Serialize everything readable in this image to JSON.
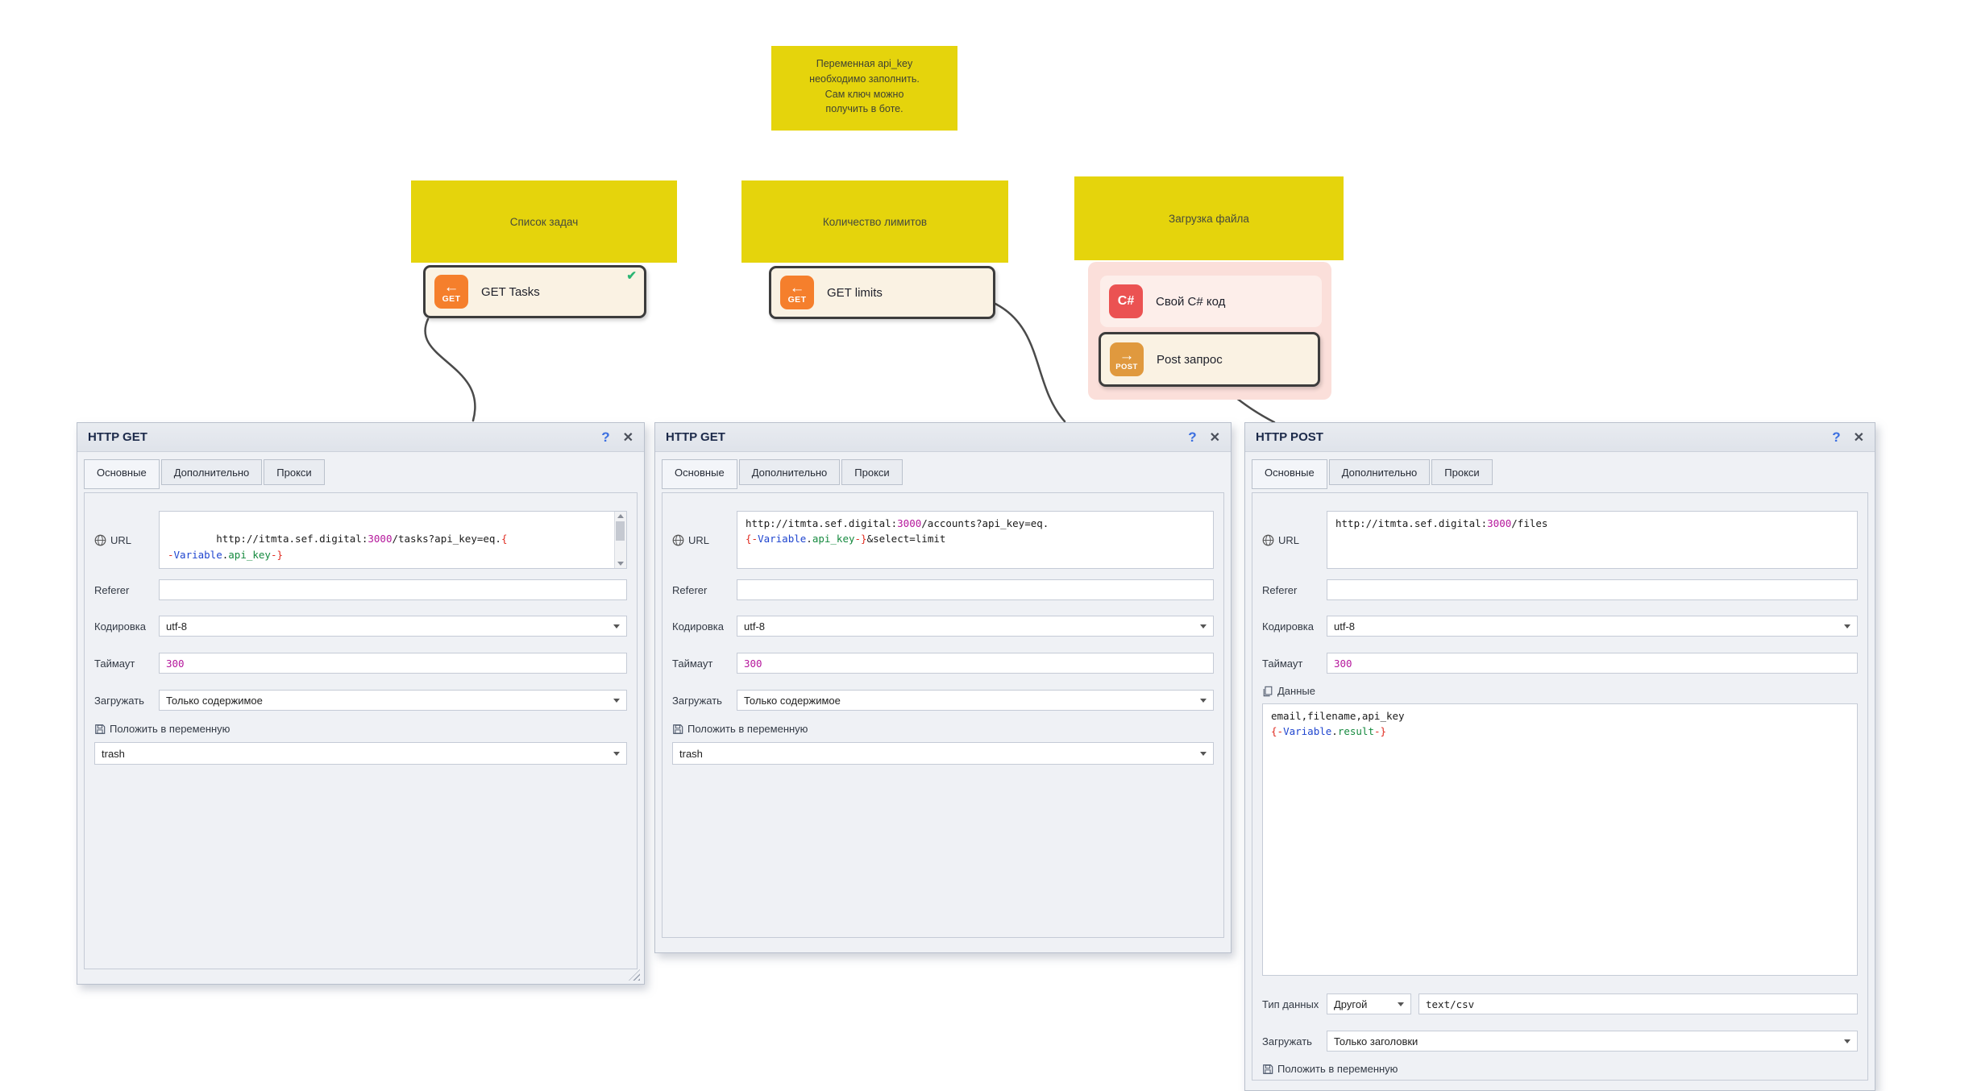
{
  "note": {
    "text": "Переменная api_key\nнеобходимо заполнить.\nСам ключ можно\nполучить в боте."
  },
  "groups": [
    {
      "title": "Список задач"
    },
    {
      "title": "Количество лимитов"
    },
    {
      "title": "Загрузка файла"
    }
  ],
  "blocks": {
    "get_tasks": {
      "label": "GET Tasks",
      "icon_arrow": "←",
      "icon_text": "GET",
      "status": "✔"
    },
    "get_limits": {
      "label": "GET limits",
      "icon_arrow": "←",
      "icon_text": "GET"
    },
    "csharp": {
      "label": "Свой C# код",
      "icon_text": "C#"
    },
    "post": {
      "label": "Post запрос",
      "icon_arrow": "→",
      "icon_text": "POST"
    }
  },
  "colors": {
    "sticky_yellow": "#e5d40c",
    "get_orange": "#f57f2c",
    "post_orange": "#e0993e",
    "csharp_red": "#eb5252",
    "check_green": "#2bb573",
    "help_blue": "#3b6fe0",
    "code_magenta": "#b5189c",
    "code_red": "#e02b20",
    "code_blue": "#1f45cf",
    "code_green": "#168a3f"
  },
  "panels": [
    {
      "title": "HTTP GET",
      "help": "?",
      "close": "✕",
      "tabs": [
        "Основные",
        "Дополнительно",
        "Прокси"
      ],
      "url_label": "URL",
      "url_code": [
        [
          "http://itmta.sef.digital:",
          "k"
        ],
        [
          "3000",
          "m"
        ],
        [
          "/tasks?api_key=eq.",
          "k"
        ],
        [
          "{",
          "r"
        ],
        [
          "\n",
          "k"
        ],
        [
          "-",
          "r"
        ],
        [
          "Variable",
          "b"
        ],
        [
          ".",
          "k"
        ],
        [
          "api_key",
          "g"
        ],
        [
          "-}",
          "r"
        ]
      ],
      "referer_label": "Referer",
      "referer_value": "",
      "encoding_label": "Кодировка",
      "encoding_value": "utf-8",
      "timeout_label": "Таймаут",
      "timeout_value": "300",
      "load_label": "Загружать",
      "load_value": "Только содержимое",
      "putvar_label": "Положить в переменную",
      "putvar_value": "trash"
    },
    {
      "title": "HTTP GET",
      "help": "?",
      "close": "✕",
      "tabs": [
        "Основные",
        "Дополнительно",
        "Прокси"
      ],
      "url_label": "URL",
      "url_code": [
        [
          "http://itmta.sef.digital:",
          "k"
        ],
        [
          "3000",
          "m"
        ],
        [
          "/accounts?api_key=eq.",
          "k"
        ],
        [
          "\n",
          "k"
        ],
        [
          "{-",
          "r"
        ],
        [
          "Variable",
          "b"
        ],
        [
          ".",
          "k"
        ],
        [
          "api_key",
          "g"
        ],
        [
          "-}",
          "r"
        ],
        [
          "&select=limit",
          "k"
        ]
      ],
      "referer_label": "Referer",
      "referer_value": "",
      "encoding_label": "Кодировка",
      "encoding_value": "utf-8",
      "timeout_label": "Таймаут",
      "timeout_value": "300",
      "load_label": "Загружать",
      "load_value": "Только содержимое",
      "putvar_label": "Положить в переменную",
      "putvar_value": "trash"
    },
    {
      "title": "HTTP POST",
      "help": "?",
      "close": "✕",
      "tabs": [
        "Основные",
        "Дополнительно",
        "Прокси"
      ],
      "url_label": "URL",
      "url_code": [
        [
          "http://itmta.sef.digital:",
          "k"
        ],
        [
          "3000",
          "m"
        ],
        [
          "/files",
          "k"
        ]
      ],
      "referer_label": "Referer",
      "referer_value": "",
      "encoding_label": "Кодировка",
      "encoding_value": "utf-8",
      "timeout_label": "Таймаут",
      "timeout_value": "300",
      "data_label": "Данные",
      "data_code": [
        [
          "email,filename,api_key",
          "k"
        ],
        [
          "\n",
          "k"
        ],
        [
          "{-",
          "r"
        ],
        [
          "Variable",
          "b"
        ],
        [
          ".",
          "k"
        ],
        [
          "result",
          "g"
        ],
        [
          "-}",
          "r"
        ]
      ],
      "datatype_label": "Тип данных",
      "datatype_value": "Другой",
      "datatype_mime": "text/csv",
      "load_label": "Загружать",
      "load_value": "Только заголовки",
      "putvar_label": "Положить в переменную"
    }
  ]
}
